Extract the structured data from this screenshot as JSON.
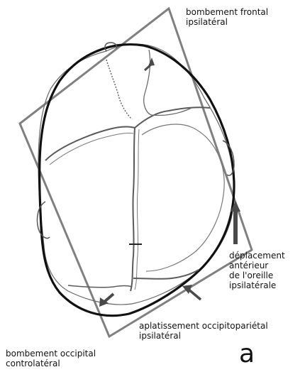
{
  "labels": {
    "frontal_bulge": "bombement frontal\nipsilatéral",
    "ear_displacement": "déplacement\nantérieur\nde l'oreille\nipsilatérale",
    "occipitoparietal_flattening": "aplatissement occipitopariétal\nipsilatéral",
    "occipital_bulge": "bombement occipital\ncontrolatéral"
  },
  "panel_letter": "a",
  "colors": {
    "frame": "#808080",
    "outline": "#111111",
    "sutures": "#5a5a5a",
    "arrows": "#4a4a4a",
    "text": "#111111"
  }
}
